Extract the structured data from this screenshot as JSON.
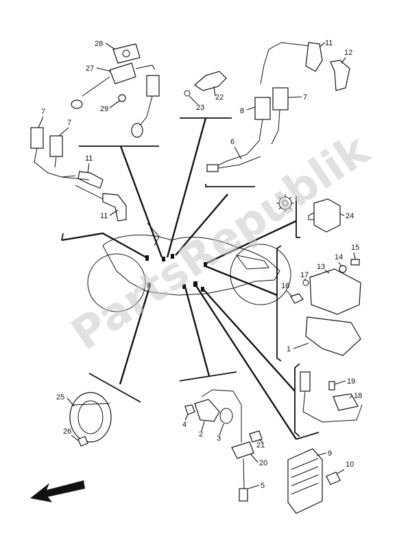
{
  "watermark": {
    "text": "PartsRepublik"
  },
  "callouts": {
    "c1": "1",
    "c2": "2",
    "c3": "3",
    "c4": "4",
    "c5": "5",
    "c6": "6",
    "c7a": "7",
    "c7b": "7",
    "c7c": "7",
    "c8": "8",
    "c9": "9",
    "c10": "10",
    "c11a": "11",
    "c11b": "11",
    "c11c": "11",
    "c12": "12",
    "c13": "13",
    "c14": "14",
    "c15": "15",
    "c16": "16",
    "c17": "17",
    "c18": "18",
    "c19": "19",
    "c20": "20",
    "c21": "21",
    "c22": "22",
    "c23": "23",
    "c24": "24",
    "c25": "25",
    "c26": "26",
    "c27": "27",
    "c28": "28",
    "c29": "29"
  },
  "icons": {
    "front_arrow": "arrow-down-left-icon",
    "gear": "gear-icon"
  },
  "colors": {
    "ink": "#111111",
    "watermark": "#c9c9c9"
  }
}
